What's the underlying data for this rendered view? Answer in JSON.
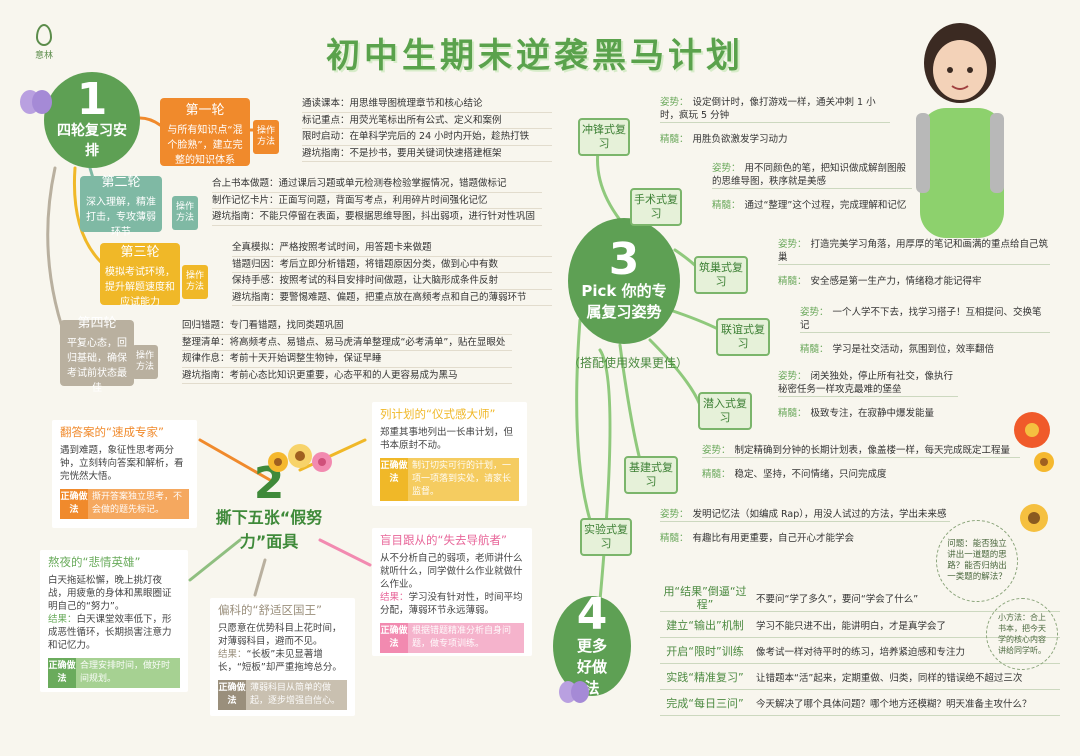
{
  "logo_text": "意林",
  "title": "初中生期末逆袭黑马计划",
  "section1": {
    "num": "1",
    "title": "四轮复习安排",
    "op_label": "操作方法",
    "rounds": [
      {
        "title": "第一轮",
        "desc": "与所有知识点“混个脸熟”，建立完整的知识体系",
        "items": [
          "通读课本：用思维导图梳理章节和核心结论",
          "标记重点：用荧光笔标出所有公式、定义和案例",
          "限时启动：在单科学完后的 24 小时内开始，趁热打铁",
          "避坑指南：不是抄书，要用关键词快速搭建框架"
        ]
      },
      {
        "title": "第二轮",
        "desc": "深入理解，精准打击，专攻薄弱环节",
        "items": [
          "合上书本做题：通过课后习题或单元检测卷检验掌握情况，错题做标记",
          "制作记忆卡片：正面写问题，背面写考点，利用碎片时间强化记忆",
          "避坑指南：不能只停留在表面，要根据思维导图，抖出弱项，进行针对性巩固"
        ]
      },
      {
        "title": "第三轮",
        "desc": "模拟考试环境，提升解题速度和应试能力",
        "items": [
          "全真模拟：严格按照考试时间，用答题卡来做题",
          "错题归因：考后立即分析错题，将错题原因分类，做到心中有数",
          "保持手感：按照考试的科目安排时间做题，让大脑形成条件反射",
          "避坑指南：要警惕难题、偏题，把重点放在高频考点和自己的薄弱环节"
        ]
      },
      {
        "title": "第四轮",
        "desc": "平复心态，回归基础，确保考试前状态最佳",
        "items": [
          "回归错题：专门看错题，找同类题巩固",
          "整理清单：将高频考点、易错点、易马虎清单整理成“必考清单”，贴在显眼处",
          "规律作息：考前十天开始调整生物钟，保证早睡",
          "避坑指南：考前心态比知识更重要，心态平和的人更容易成为黑马"
        ]
      }
    ]
  },
  "section2": {
    "num": "2",
    "title": "撕下五张“假努力”面具",
    "correct_label": "正确做法",
    "cards": [
      {
        "title": "翻答案的“速成专家”",
        "body": "遇到难题，象征性思考两分钟，立刻转向答案和解析，看完恍然大悟。",
        "fix": "撕开答案独立思考，不会做的题先标记。"
      },
      {
        "title": "列计划的“仪式感大师”",
        "body": "郑重其事地列出一长串计划，但书本原封不动。",
        "fix": "制订切实可行的计划，一项一项落到实处，请家长监督。"
      },
      {
        "title": "熬夜的“悲情英雄”",
        "body": "白天拖延松懈，晚上挑灯夜战，用疲惫的身体和黑眼圈证明自己的“努力”。",
        "result_label": "结果：",
        "result": "白天课堂效率低下，形成恶性循环，长期损害注意力和记忆力。",
        "fix": "合理安排时间，做好时间规划。"
      },
      {
        "title": "偏科的“舒适区国王”",
        "body": "只愿意在优势科目上花时间，对薄弱科目，避而不见。",
        "result_label": "结果：",
        "result": "“长板”未见显著增长，“短板”却严重拖垮总分。",
        "fix": "薄弱科目从简单的做起，逐步增强自信心。"
      },
      {
        "title": "盲目跟从的“失去导航者”",
        "body": "从不分析自己的弱项，老师讲什么就听什么，同学做什么作业就做什么作业。",
        "result_label": "结果：",
        "result": "学习没有针对性，时间平均分配，薄弱环节永远薄弱。",
        "fix": "根据错题精准分析自身问题，做专项训练。"
      }
    ]
  },
  "section3": {
    "num": "3",
    "title": "Pick 你的专属复习姿势",
    "subtitle": "（搭配使用效果更佳）",
    "k1": "姿势：",
    "k2": "精髓：",
    "styles": [
      {
        "name": "冲锋式复习",
        "pose": "设定倒计时，像打游戏一样，通关冲刺 1 小时，疯玩 5 分钟",
        "essence": "用胜负欲激发学习动力"
      },
      {
        "name": "手术式复习",
        "pose": "用不同颜色的笔，把知识做成解剖图般的思维导图，秩序就是美感",
        "essence": "通过“整理”这个过程，完成理解和记忆"
      },
      {
        "name": "筑巢式复习",
        "pose": "打造完美学习角落，用厚厚的笔记和画满的重点给自己筑巢",
        "essence": "安全感是第一生产力，情绪稳才能记得牢"
      },
      {
        "name": "联谊式复习",
        "pose": "一个人学不下去，找学习搭子！互相提问、交换笔记",
        "essence": "学习是社交活动，氛围到位，效率翻倍"
      },
      {
        "name": "潜入式复习",
        "pose": "闭关独处，停止所有社交，像执行秘密任务一样攻克最难的堡垒",
        "essence": "极致专注，在寂静中爆发能量"
      },
      {
        "name": "基建式复习",
        "pose": "制定精确到分钟的长期计划表，像盖楼一样，每天完成既定工程量",
        "essence": "稳定、坚持，不问情绪，只问完成度"
      },
      {
        "name": "实验式复习",
        "pose": "发明记忆法（如编成 Rap），用没人试过的方法，学出未来感",
        "essence": "有趣比有用更重要，自己开心才能学会"
      }
    ]
  },
  "section4": {
    "num": "4",
    "title": "更多好做法",
    "tips": [
      {
        "label": "用“结果”倒逼“过程”",
        "text": "不要问“学了多久”，要问“学会了什么”"
      },
      {
        "label": "建立“输出”机制",
        "text": "学习不能只进不出，能讲明白，才是真学会了"
      },
      {
        "label": "开启“限时”训练",
        "text": "像考试一样对待平时的练习，培养紧迫感和专注力"
      },
      {
        "label": "实践“精准复习”",
        "text": "让错题本“活”起来，定期重做、归类，同样的错误绝不超过三次"
      },
      {
        "label": "完成“每日三问”",
        "text": "今天解决了哪个具体问题？哪个地方还模糊？明天准备主攻什么？"
      }
    ],
    "bubble1": "问题：能否独立讲出一道题的思路？能否归纳出一类题的解法？",
    "bubble2": "小方法：合上书本，把今天学的核心内容讲给同学听。"
  },
  "colors": {
    "green": "#5ea054",
    "orange": "#f08a2c",
    "teal": "#7fb9a4",
    "yellow": "#f0b828",
    "grey": "#b9b09f",
    "pink": "#f28ab0"
  }
}
